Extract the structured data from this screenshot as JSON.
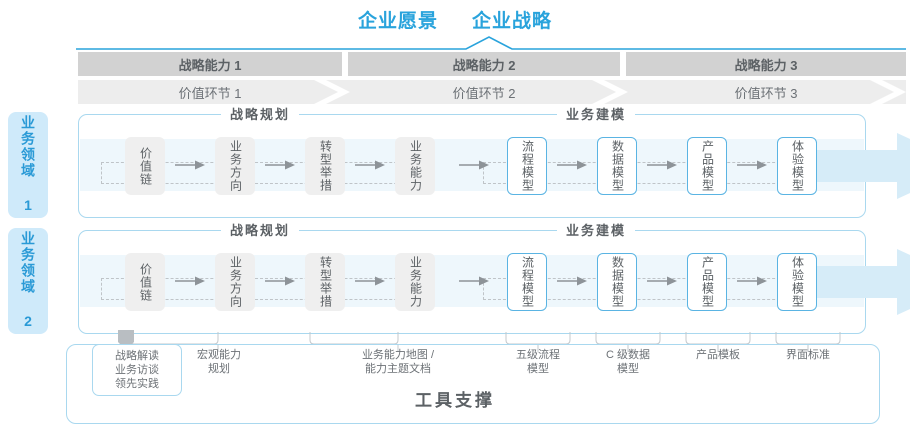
{
  "header": {
    "titles": [
      "企业愿景",
      "企业战略"
    ],
    "accent_color": "#29a3dc"
  },
  "capability_bars": {
    "bar_color": "#d2d2d2",
    "items": [
      {
        "label": "战略能力 1"
      },
      {
        "label": "战略能力 2"
      },
      {
        "label": "战略能力 3"
      }
    ]
  },
  "value_chain_bar": {
    "bar_color": "#ededed",
    "items": [
      {
        "label": "价值环节 1"
      },
      {
        "label": "价值环节 2"
      },
      {
        "label": "价值环节 3"
      }
    ]
  },
  "domains": [
    {
      "label": "业务领域 1"
    },
    {
      "label": "业务领域 2"
    }
  ],
  "sections": {
    "left_title": "战略规划",
    "right_title": "业务建模"
  },
  "nodes": {
    "planning": [
      {
        "label": "价值链",
        "style": "grey"
      },
      {
        "label": "业务方向",
        "style": "grey"
      },
      {
        "label": "转型举措",
        "style": "grey"
      },
      {
        "label": "业务能力",
        "style": "grey"
      }
    ],
    "modeling": [
      {
        "label": "流程模型",
        "style": "blue"
      },
      {
        "label": "数据模型",
        "style": "blue"
      },
      {
        "label": "产品模型",
        "style": "blue"
      },
      {
        "label": "体验模型",
        "style": "blue"
      }
    ]
  },
  "captions": [
    {
      "lines": [
        "战略解读",
        "业务访谈",
        "领先实践"
      ],
      "boxed": true
    },
    {
      "lines": [
        "宏观能力",
        "规划"
      ],
      "boxed": false
    },
    {
      "lines": [
        "业务能力地图 /",
        "能力主题文档"
      ],
      "boxed": false
    },
    {
      "lines": [
        "五级流程",
        "模型"
      ],
      "boxed": false
    },
    {
      "lines": [
        "C 级数据",
        "模型"
      ],
      "boxed": false
    },
    {
      "lines": [
        "产品模板"
      ],
      "boxed": false
    },
    {
      "lines": [
        "界面标准"
      ],
      "boxed": false
    }
  ],
  "footer": {
    "title": "工具支撑"
  }
}
